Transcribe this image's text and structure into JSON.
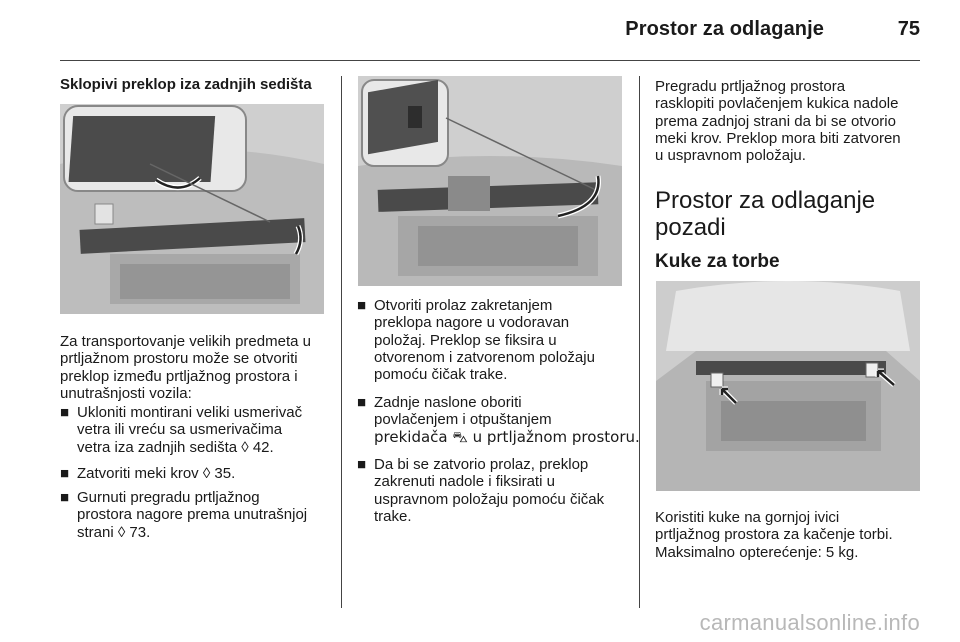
{
  "header": {
    "title": "Prostor za odlaganje",
    "page_number": "75"
  },
  "col1": {
    "subheading": "Sklopivi preklop iza zadnjih sedišta",
    "paragraph": [
      "Za transportovanje velikih predmeta u",
      "prtljažnom prostoru može se otvoriti",
      "preklop između prtljažnog prostora i",
      "unutrašnjosti vozila:"
    ],
    "bullets": [
      [
        "Ukloniti montirani veliki usmerivač",
        "vetra ili vreću sa usmerivačima",
        "vetra iza zadnjih sedišta ◊ 42."
      ],
      [
        "Zatvoriti meki krov ◊ 35."
      ],
      [
        "Gurnuti pregradu prtljažnog",
        "prostora nagore prema unutrašnjoj",
        "strani ◊ 73."
      ]
    ]
  },
  "col2": {
    "bullets": [
      [
        "Otvoriti prolaz zakretanjem",
        "preklopa nagore u vodoravan",
        "položaj. Preklop se fiksira u",
        "otvorenom i zatvorenom položaju",
        "pomoću čičak trake."
      ],
      [
        "Zadnje naslone oboriti",
        "povlačenjem i otpuštanjem",
        "prekidača ⛍ u prtljažnom prostoru."
      ],
      [
        "Da bi se zatvorio prolaz, preklop",
        "zakrenuti nadole i fiksirati u",
        "uspravnom položaju pomoću čičak",
        "trake."
      ]
    ]
  },
  "col3": {
    "paragraph": [
      "Pregradu prtljažnog prostora",
      "rasklopiti povlačenjem kukica nadole",
      "prema zadnjoj strani da bi se otvorio",
      "meki krov. Preklop mora biti zatvoren",
      "u uspravnom položaju."
    ],
    "heading_lines": [
      "Prostor za odlaganje",
      "pozadi"
    ],
    "subheading": "Kuke za torbe",
    "paragraph2": [
      "Koristiti kuke na gornjoj ivici",
      "prtljažnog prostora za kačenje torbi.",
      "Maksimalno opterećenje: 5 kg."
    ]
  },
  "bullet_glyph": "■",
  "footer": {
    "watermark": "carmanualsonline.info"
  },
  "illustrations": [
    "trunk-flap-photo",
    "trunk-flap-detail-photo",
    "bag-hooks-photo"
  ]
}
